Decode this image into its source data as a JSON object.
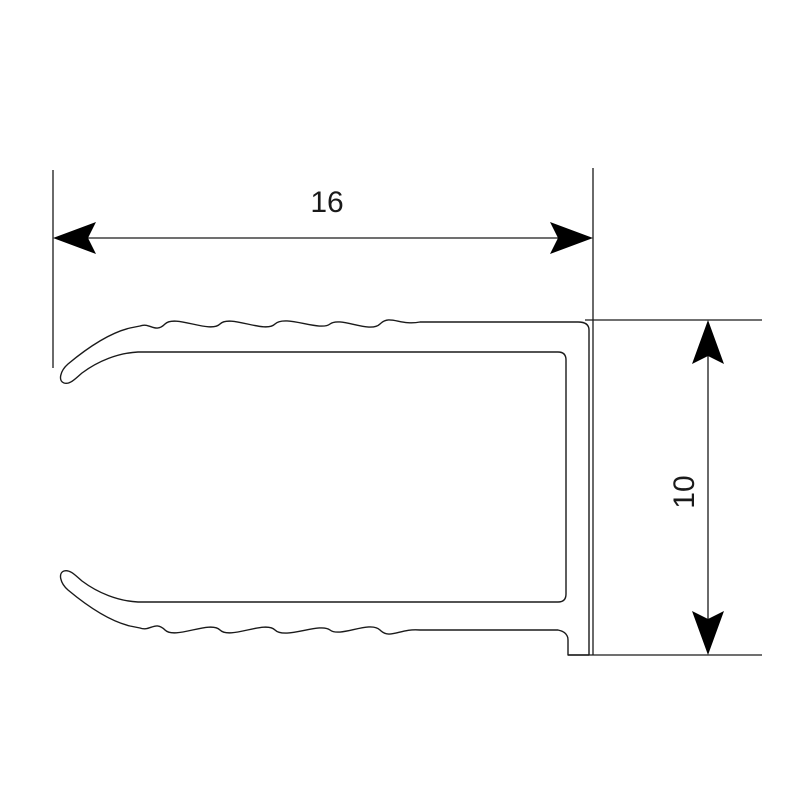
{
  "dimensions": {
    "width": {
      "value": 16,
      "label": "16"
    },
    "height": {
      "value": 10,
      "label": "10"
    }
  },
  "colors": {
    "stroke": "#1a1a1a",
    "arrow": "#000000",
    "background": "#ffffff"
  }
}
